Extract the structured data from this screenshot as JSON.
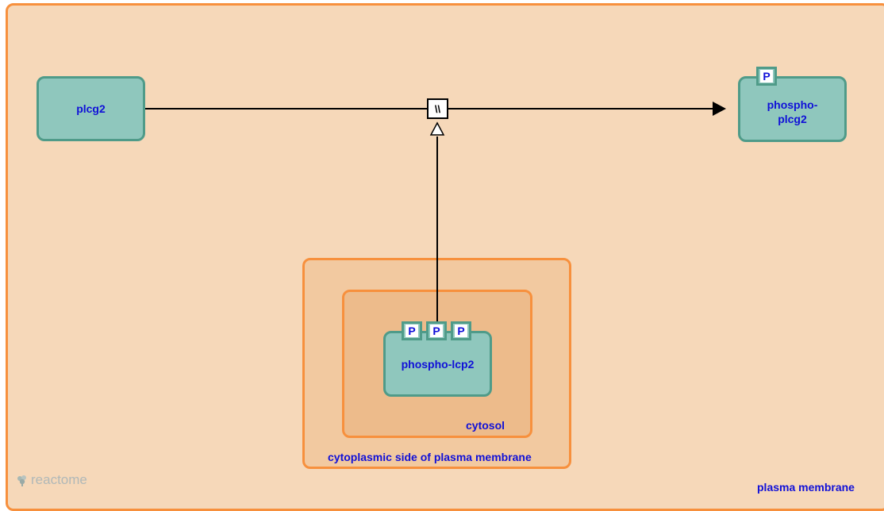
{
  "compartments": {
    "plasma_membrane": "plasma membrane",
    "cyto_side": "cytoplasmic side of plasma membrane",
    "cytosol": "cytosol"
  },
  "entities": {
    "plcg2": "plcg2",
    "phospho_plcg2": "phospho-\nplcg2",
    "phospho_lcp2": "phospho-lcp2"
  },
  "modification": "P",
  "reaction_symbol": "\\\\",
  "watermark": "reactome",
  "colors": {
    "compartment_fill_outer": "#f6d8b9",
    "compartment_fill_mid": "#f2c9a0",
    "compartment_fill_inner": "#edbb8b",
    "compartment_border": "#f7903d",
    "entity_fill": "#8fc7bd",
    "entity_border": "#4f9b89",
    "label": "#1010d8"
  }
}
